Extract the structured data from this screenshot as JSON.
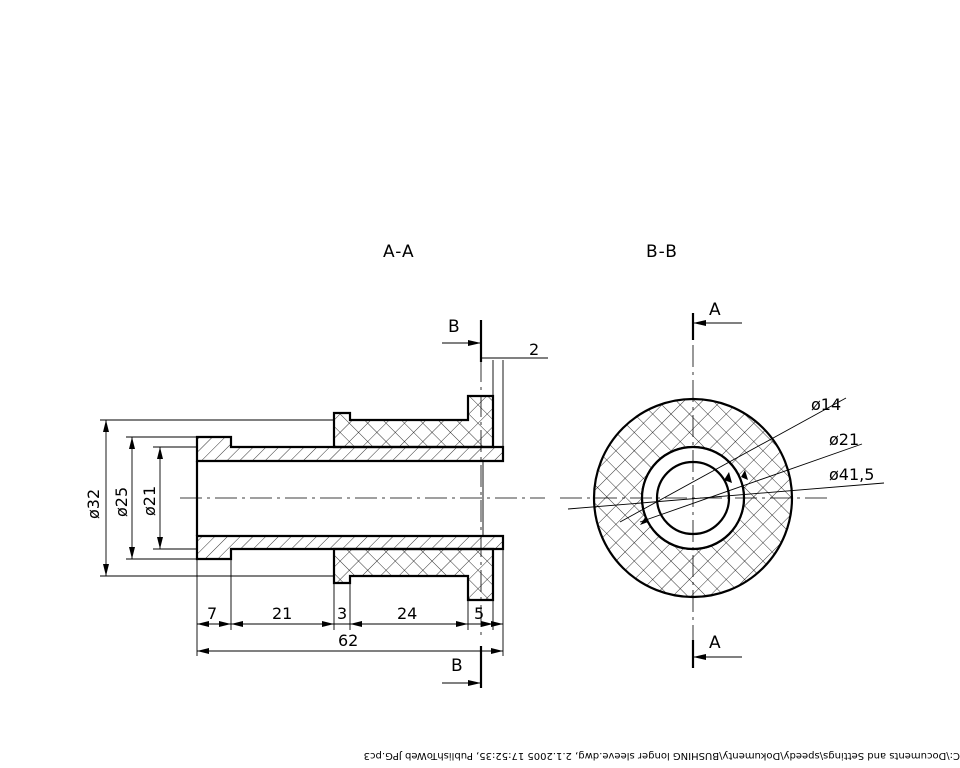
{
  "views": {
    "section_aa_label": "A-A",
    "section_bb_label": "B-B"
  },
  "cut_markers": {
    "b_top": "B",
    "b_bottom": "B",
    "a_top": "A",
    "a_bottom": "A"
  },
  "dimensions_aa": {
    "d32": "ø32",
    "d25": "ø25",
    "d21": "ø21",
    "len_7": "7",
    "len_21": "21",
    "len_3": "3",
    "len_24": "24",
    "len_5": "5",
    "len_total": "62",
    "flange_2": "2"
  },
  "dimensions_bb": {
    "d14": "ø14",
    "d21": "ø21",
    "d41_5": "ø41,5"
  },
  "footer": {
    "path": "C:\\Documents and Settings\\speedy\\Dokumenty\\BUSHING longer sleeve.dwg, 2.1.2005 17:52:35, PublishToWeb JPG.pc3"
  }
}
